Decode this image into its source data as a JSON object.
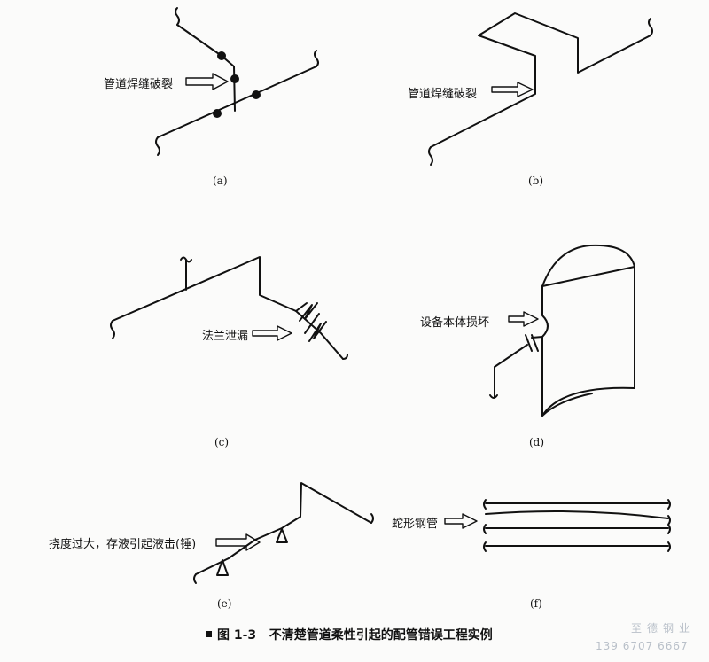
{
  "labels": {
    "a": "管道焊缝破裂",
    "b": "管道焊缝破裂",
    "c": "法兰泄漏",
    "d": "设备本体损坏",
    "e": "挠度过大，存液引起液击(锤)",
    "f": "蛇形钢管"
  },
  "sublabels": {
    "a": "(a)",
    "b": "(b)",
    "c": "(c)",
    "d": "(d)",
    "e": "(e)",
    "f": "(f)"
  },
  "caption": {
    "number": "图 1-3",
    "title": "不清楚管道柔性引起的配管错误工程实例"
  },
  "watermark": {
    "line1": "至德钢业",
    "line2": "139 6707 6667"
  }
}
